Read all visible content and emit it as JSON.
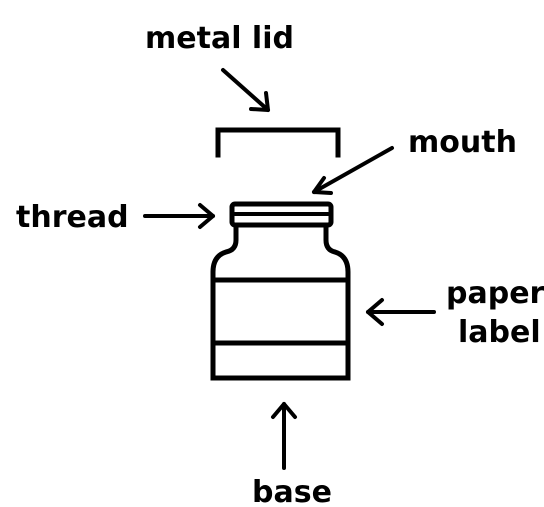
{
  "labels": {
    "lid": "metal lid",
    "mouth": "mouth",
    "thread": "thread",
    "label_line1": "paper",
    "label_line2": "label",
    "base": "base"
  }
}
